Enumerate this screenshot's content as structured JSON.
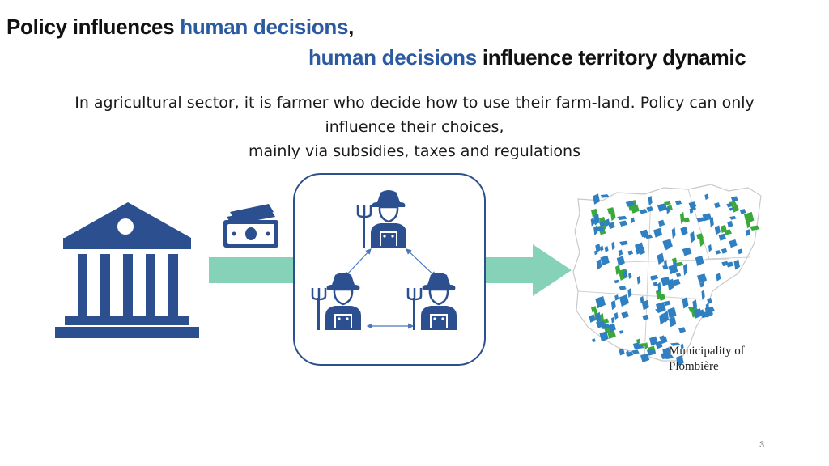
{
  "title": {
    "line1_part1": "Policy influences ",
    "line1_highlight": "human decisions",
    "line1_part2": ",",
    "line2_highlight": "human decisions",
    "line2_part2": " influence territory dynamic"
  },
  "body": {
    "line1": "In agricultural sector, it is farmer who decide how to use their farm-land. Policy can only",
    "line2": "influence their choices,",
    "line3": "mainly via subsidies, taxes and regulations"
  },
  "map": {
    "caption_line1": "Municipality of",
    "caption_line2": "Plombière"
  },
  "footer": {
    "page_number": "3"
  },
  "colors": {
    "primary_blue": "#2b4f8f",
    "highlight_blue": "#2c5aa0",
    "arrow_teal": "#86d2b8",
    "map_green": "#3aa83a",
    "map_blue": "#2f7fc1"
  },
  "icons": [
    "government-building-icon",
    "money-bill-icon",
    "farmer-icon",
    "policy-arrow-icon",
    "territory-map-icon"
  ]
}
